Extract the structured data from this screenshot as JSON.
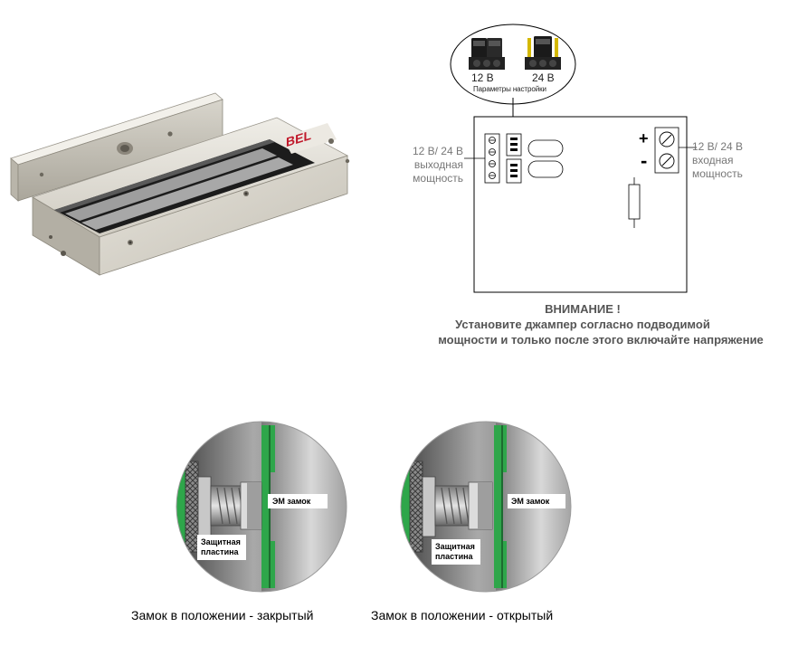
{
  "product": {
    "brand_logo": "BEL"
  },
  "jumpers": {
    "label_12v": "12 В",
    "label_24v": "24 В",
    "caption": "Параметры настройки"
  },
  "board": {
    "output_label": "12 В/ 24 В выходная мощность",
    "input_label": "12 В/ 24 В входная мощность",
    "plus": "+",
    "minus": "-"
  },
  "warning": {
    "title": "ВНИМАНИЕ !",
    "line1": "Установите джампер согласно подводимой",
    "line2": "мощности и только после этого включайте напряжение"
  },
  "views": [
    {
      "em_label": "ЭМ замок",
      "plate_label": "Защитная пластина",
      "caption": "Замок в положении - закрытый"
    },
    {
      "em_label": "ЭМ замок",
      "plate_label": "Защитная пластина",
      "caption": "Замок в положении - открытый"
    }
  ],
  "colors": {
    "green": "#2ea64a",
    "metal": "#c9c6bd",
    "jumper_gold": "#d4b800"
  }
}
